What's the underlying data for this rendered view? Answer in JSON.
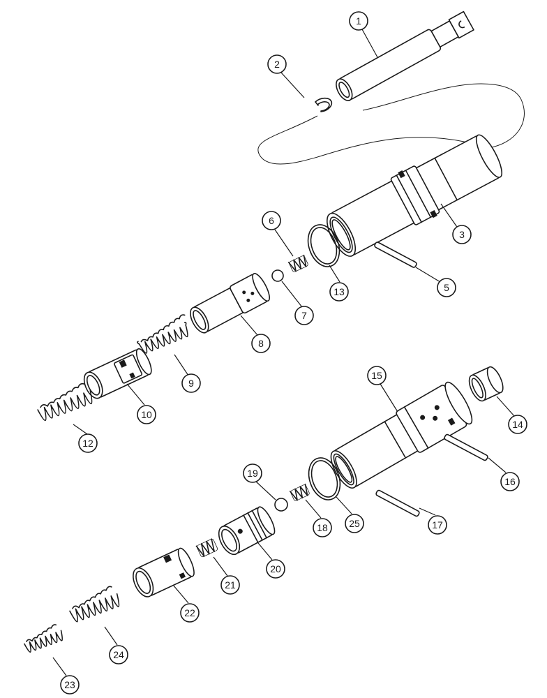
{
  "callouts": [
    {
      "id": "1",
      "label": "1"
    },
    {
      "id": "2",
      "label": "2"
    },
    {
      "id": "3",
      "label": "3"
    },
    {
      "id": "5",
      "label": "5"
    },
    {
      "id": "6",
      "label": "6"
    },
    {
      "id": "7",
      "label": "7"
    },
    {
      "id": "8",
      "label": "8"
    },
    {
      "id": "9",
      "label": "9"
    },
    {
      "id": "10",
      "label": "10"
    },
    {
      "id": "12",
      "label": "12"
    },
    {
      "id": "13",
      "label": "13"
    },
    {
      "id": "14",
      "label": "14"
    },
    {
      "id": "15",
      "label": "15"
    },
    {
      "id": "16",
      "label": "16"
    },
    {
      "id": "17",
      "label": "17"
    },
    {
      "id": "18",
      "label": "18"
    },
    {
      "id": "19",
      "label": "19"
    },
    {
      "id": "20",
      "label": "20"
    },
    {
      "id": "21",
      "label": "21"
    },
    {
      "id": "22",
      "label": "22"
    },
    {
      "id": "23",
      "label": "23"
    },
    {
      "id": "24",
      "label": "24"
    },
    {
      "id": "25",
      "label": "25"
    }
  ],
  "colors": {
    "ink": "#1a1a1a",
    "paper": "#ffffff"
  }
}
